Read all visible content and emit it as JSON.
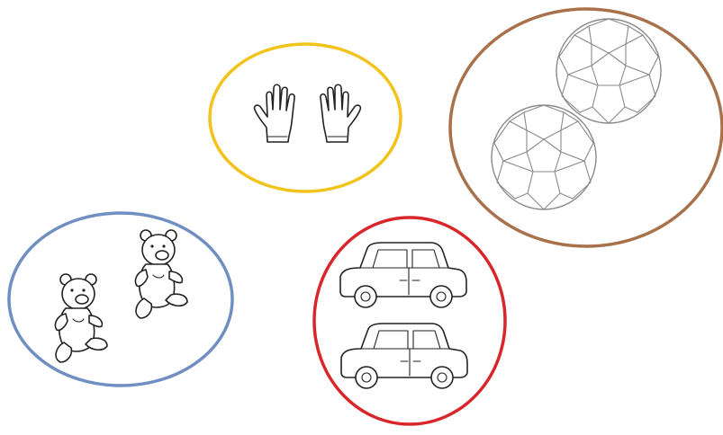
{
  "groups": [
    {
      "id": "hands",
      "object": "hand",
      "count": 2,
      "ring_color": "#F2C31B"
    },
    {
      "id": "balls",
      "object": "soccer-ball",
      "count": 2,
      "ring_color": "#A8714A"
    },
    {
      "id": "teddy-bears",
      "object": "teddy-bear",
      "count": 2,
      "ring_color": "#6F8FC2"
    },
    {
      "id": "cars",
      "object": "car",
      "count": 2,
      "ring_color": "#D9262B"
    }
  ]
}
